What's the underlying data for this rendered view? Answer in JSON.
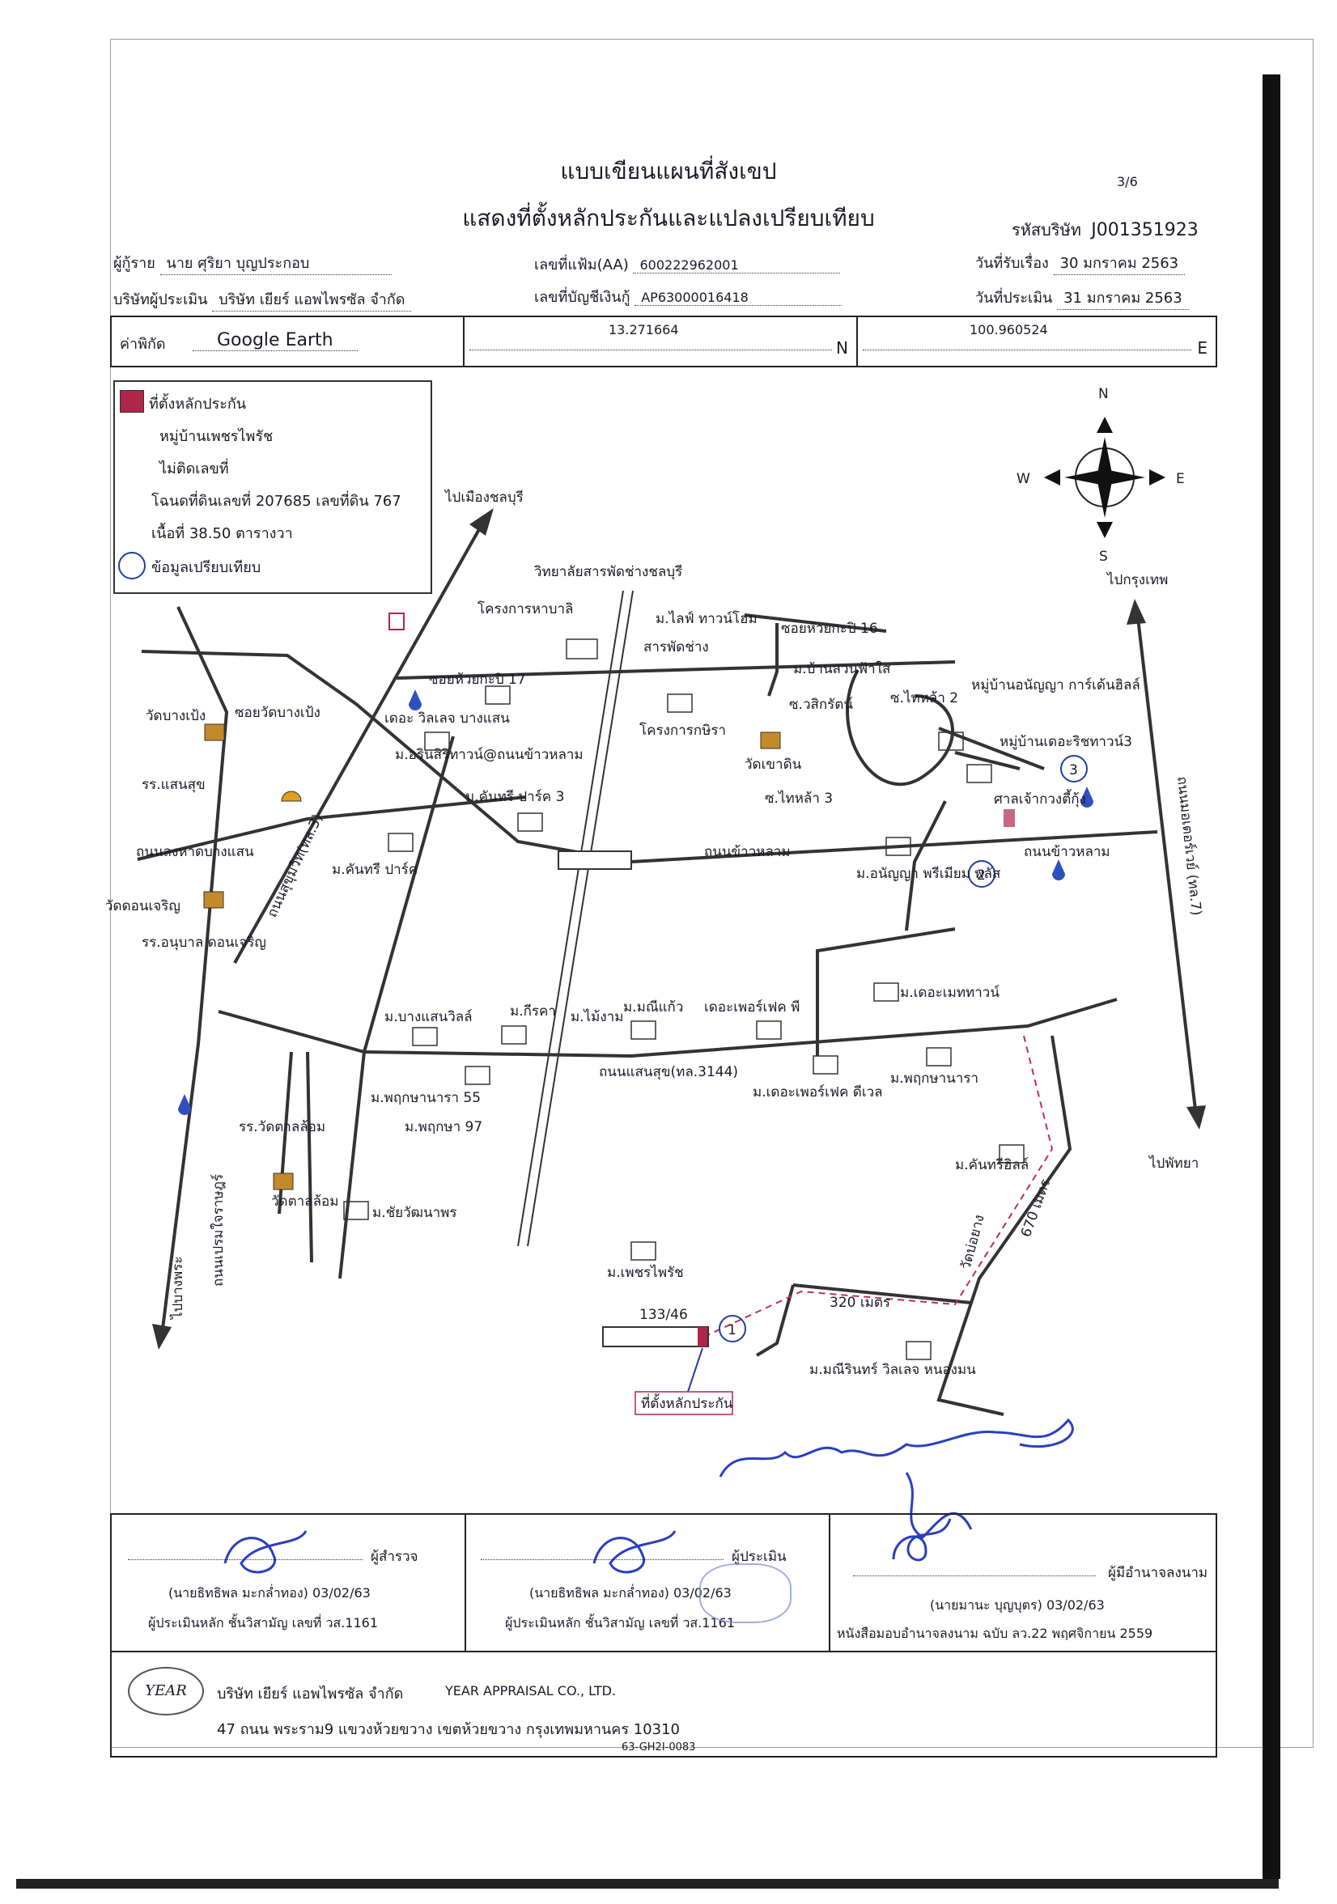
{
  "page_no": "3/6",
  "title_1": "แบบเขียนแผนที่สังเขป",
  "title_2": "แสดงที่ตั้งหลักประกันและแปลงเปรียบเทียบ",
  "header": {
    "company_code_label": "รหัสบริษัท",
    "company_code": "J001351923",
    "borrower_label": "ผู้กู้ราย",
    "borrower": "นาย ศุริยา บุญประกอบ",
    "file_no_label": "เลขที่แฟ้ม(AA)",
    "file_no": "600222962001",
    "received_label": "วันที่รับเรื่อง",
    "received_date": "30 มกราคม 2563",
    "appraiser_co_label": "บริษัทผู้ประเมิน",
    "appraiser_co": "บริษัท เยียร์ แอพไพรซัล จำกัด",
    "loan_account_label": "เลขที่บัญชีเงินกู้",
    "loan_account": "AP63000016418",
    "appraisal_date_label": "วันที่ประเมิน",
    "appraisal_date": "31 มกราคม 2563"
  },
  "coords": {
    "source_label": "ค่าพิกัด",
    "source": "Google Earth",
    "lat": "13.271664",
    "lat_suffix": "N",
    "lon": "100.960524",
    "lon_suffix": "E"
  },
  "legend": {
    "collateral_label": "ที่ตั้งหลักประกัน",
    "line2": "หมู่บ้านเพชรไพรัช",
    "line3": "ไม่ติดเลขที่",
    "line4": "โฉนดที่ดินเลขที่ 207685 เลขที่ดิน 767",
    "line5": "เนื้อที่ 38.50 ตารางวา",
    "compare_label": "ข้อมูลเปรียบเทียบ"
  },
  "compass": {
    "n": "N",
    "s": "S",
    "e": "E",
    "w": "W"
  },
  "map_labels": {
    "to_chonburi": "ไปเมืองชลบุรี",
    "to_bangkok": "ไปกรุงเทพ",
    "to_pattaya": "ไปพัทยา",
    "to_banglamung": "ไปบางพระ",
    "college": "วิทยาลัยสารพัดช่างชลบุรี",
    "project_habali": "โครงการหาบาลิ",
    "m_life_townhome": "ม.ไลฟ์ ทาวน์โฮม",
    "sarapat": "สารพัดช่าง",
    "soi_huaykapi16": "ซอยห้วยกะปิ 16",
    "m_suanfai": "ม.บ้านสวนฟ้าใส",
    "soi17": "ซอยห้วยกะปิ 17",
    "the_villa": "เดอะ วิลเลจ บางแสน",
    "m_orinsiri": "ม.อรินสิริทาวน์@ถนนข้าวหลาม",
    "project_kitsa": "โครงการกษิรา",
    "soi_watsakrat": "ซ.วสิกรัตน์",
    "soi_thaila2": "ซ.ไทหล้า 2",
    "m_anunya_garden": "หมู่บ้านอนัญญา การ์เด้นฮิลล์",
    "m_theri": "หมู่บ้านเดอะริชทาวน์3",
    "wat_khaodin": "วัดเขาดิน",
    "shrine": "ศาลเจ้ากวงตี้กุ้ง",
    "soi_thaila3": "ซ.ไทหล้า 3",
    "wat_bangpeng": "วัดบางเป้ง",
    "soi_watbangpeng": "ซอยวัดบางเป้ง",
    "school_saensuk": "รร.แสนสุข",
    "m_kantree_park3": "ม.คันทรี ปาร์ค 3",
    "m_kantree_park": "ม.คันทรี ปาร์ค",
    "road_longhaad": "ถนนลงหาดบางแสน",
    "road_khaolam": "ถนนข้าวหลาม",
    "road_khaolam_2": "ถนนข้าวหลาม",
    "m_anunya_premium": "ม.อนัญญา พรีเมียม พลัส",
    "wat_donjaroen": "วัดดอนเจริญ",
    "school_anuban": "รร.อนุบาล ดอนเจริญ",
    "road_sukhumvit": "ถนนสุขุมวิท(ทล.3)",
    "road_motorway": "ถนนมอเตอร์เวย์ (ทล.7)",
    "m_bangsaenville": "ม.บางแสนวิลล์",
    "m_kitka": "ม.กีรคา",
    "m_maingam": "ม.ไม้งาม",
    "m_maneekarn": "ม.มณีแก้ว",
    "the_perfect_p": "เดอะเพอร์เฟค พี",
    "the_mate_town": "ม.เดอะเมททาวน์",
    "road_saensuk": "ถนนแสนสุข(ทล.3144)",
    "m_pruksa55": "ม.พฤกษานารา 55",
    "m_pruksa97": "ม.พฤกษา 97",
    "the_perfect_dual": "ม.เดอะเพอร์เฟค ดีเวล",
    "m_pruksanara": "ม.พฤกษานารา",
    "school_watdalom": "รร.วัดตาลล้อม",
    "wat_dalom": "วัดตาลล้อม",
    "m_chaiwat": "ม.ชัยวัฒนาพร",
    "road_phanuwat": "ถนนเปรมใจราษฎร์",
    "m_kantree_hill": "ม.คันทรีฮิลล์",
    "wat_boyang": "วัดบ่อยาง",
    "dist_670": "670 เมตร",
    "m_phetprai": "ม.เพชรไพรัช",
    "plot_no": "133/46",
    "dist_320": "320 เมตร",
    "m_maneerin": "ม.มณีรินทร์ วิลเลจ หนองมน",
    "collateral_tag": "ที่ตั้งหลักประกัน",
    "marker_1": "1",
    "marker_2": "2",
    "marker_3": "3"
  },
  "signatures": {
    "inspector_role": "ผู้สำรวจ",
    "inspector_name": "(นายธิทธิพล มะกล่ำทอง) 03/02/63",
    "inspector_title": "ผู้ประเมินหลัก ชั้นวิสามัญ เลขที่ วส.1161",
    "appraiser_role": "ผู้ประเมิน",
    "appraiser_name": "(นายธิทธิพล มะกล่ำทอง) 03/02/63",
    "appraiser_title": "ผู้ประเมินหลัก ชั้นวิสามัญ เลขที่ วส.1161",
    "signer_role": "ผู้มีอำนาจลงนาม",
    "signer_name": "(นายมานะ บุญบุตร) 03/02/63",
    "signer_title": "หนังสือมอบอำนาจลงนาม ฉบับ ลว.22 พฤศจิกายน 2559"
  },
  "footer": {
    "company_th": "บริษัท เยียร์ แอพไพรซัล จำกัด",
    "company_en": "YEAR APPRAISAL CO., LTD.",
    "address": "47 ถนน พระราม9 แขวงห้วยขวาง เขตห้วยขวาง กรุงเทพมหานคร 10310",
    "doc_code": "63-GH2I-0083",
    "logo_text": "YEAR"
  },
  "colors": {
    "collateral": "#b0264a",
    "compare": "#1f3fa8",
    "ink": "#1a1a2a",
    "route": "#c03050",
    "signature": "#2a3fbf"
  }
}
